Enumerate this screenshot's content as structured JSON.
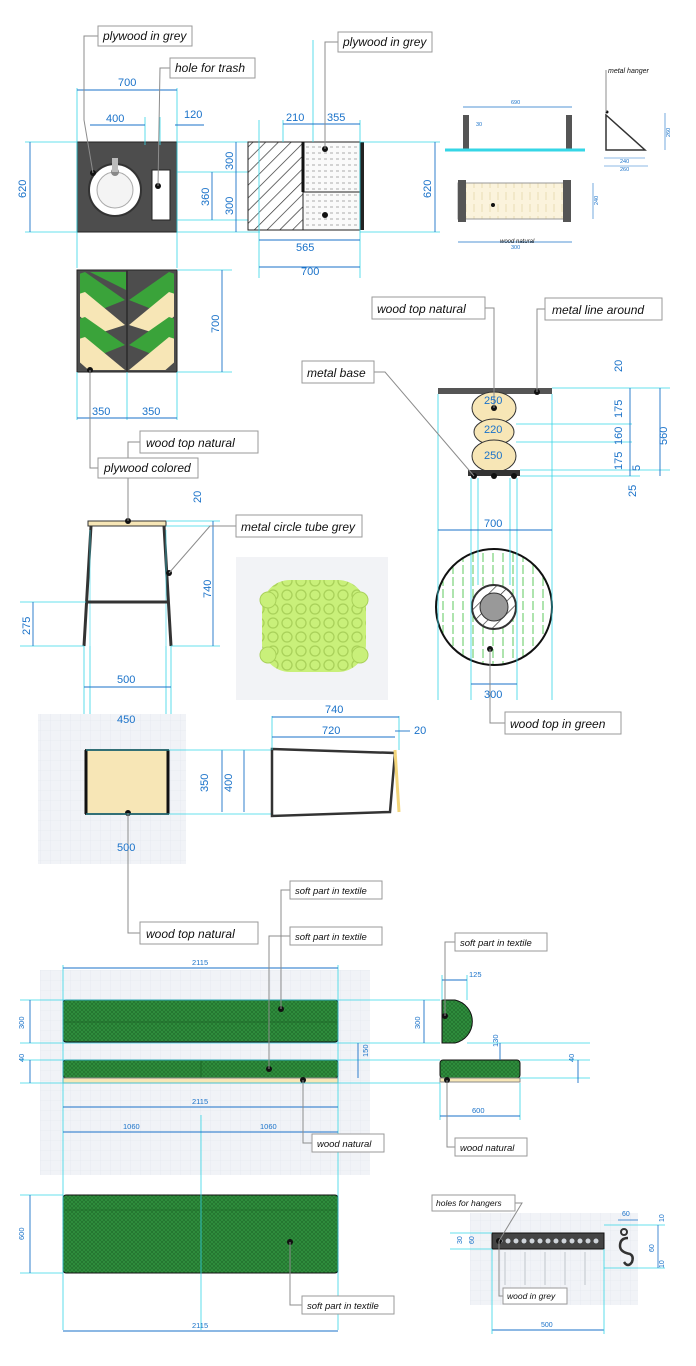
{
  "labels": {
    "plywood_grey_1": "plywood in grey",
    "hole_for_trash": "hole for trash",
    "plywood_grey_2": "plywood in grey",
    "metal_hanger": "metal hanger",
    "wood_natural_small": "wood natural",
    "wood_top_natural_1": "wood top natural",
    "metal_line_around": "metal line around",
    "metal_base": "metal base",
    "plywood_colored": "plywood colored",
    "wood_top_natural_2": "wood top natural",
    "metal_circle_tube_grey": "metal circle tube grey",
    "wood_top_in_green": "wood top in green",
    "wood_top_natural_3": "wood top natural",
    "soft_textile_1": "soft part in textile",
    "soft_textile_2": "soft part in textile",
    "soft_textile_3": "soft part in textile",
    "wood_natural_1": "wood natural",
    "wood_natural_2": "wood natural",
    "soft_textile_4": "soft part in textile",
    "holes_for_hangers": "holes for hangers",
    "wood_in_grey": "wood in grey"
  },
  "dims": {
    "sink_width": "700",
    "sink_400": "400",
    "sink_120": "120",
    "sink_620": "620",
    "counter_210": "210",
    "counter_355": "355",
    "counter_300a": "300",
    "counter_360": "360",
    "counter_300b": "300",
    "counter_565": "565",
    "counter_700": "700",
    "counter_620": "620",
    "front_700": "700",
    "front_350a": "350",
    "front_350b": "350",
    "hanger_690": "690",
    "hanger_30": "30",
    "hanger_260": "260",
    "hanger_240a": "240",
    "hanger_260b": "260",
    "hanger_240b": "240",
    "hanger_300": "300",
    "table_20": "20",
    "table_175a": "175",
    "table_560": "560",
    "table_160": "160",
    "table_175b": "175",
    "table_5": "5",
    "table_25": "25",
    "table_250a": "250",
    "table_220": "220",
    "table_250b": "250",
    "table_700": "700",
    "table_300": "300",
    "stool_20": "20",
    "stool_740": "740",
    "stool_275": "275",
    "stool_500a": "500",
    "stool_450": "450",
    "stool_350": "350",
    "stool_400": "400",
    "stool_500b": "500",
    "stool_side_740": "740",
    "stool_side_720": "720",
    "stool_side_20": "20",
    "bench_2115a": "2115",
    "bench_300": "300",
    "bench_40": "40",
    "bench_150": "150",
    "bench_2115b": "2115",
    "bench_1060a": "1060",
    "bench_1060b": "1060",
    "end_125": "125",
    "end_300": "300",
    "end_130": "130",
    "end_40": "40",
    "end_600": "600",
    "seat_600": "600",
    "seat_2115": "2115",
    "rack_60a": "60",
    "rack_10a": "10",
    "rack_30": "30",
    "rack_60b": "60",
    "rack_60c": "60",
    "rack_10b": "10",
    "rack_500": "500"
  },
  "colors": {
    "dimension_blue": "#1a72c9",
    "cyan_guides": "#35d6e6",
    "plywood_grey": "#4d4d4d",
    "wood_natural": "#f7e6b6",
    "textile_green": "#2e8a3c",
    "chevron_green": "#3aa33a",
    "knot_green": "#c9f07a"
  }
}
